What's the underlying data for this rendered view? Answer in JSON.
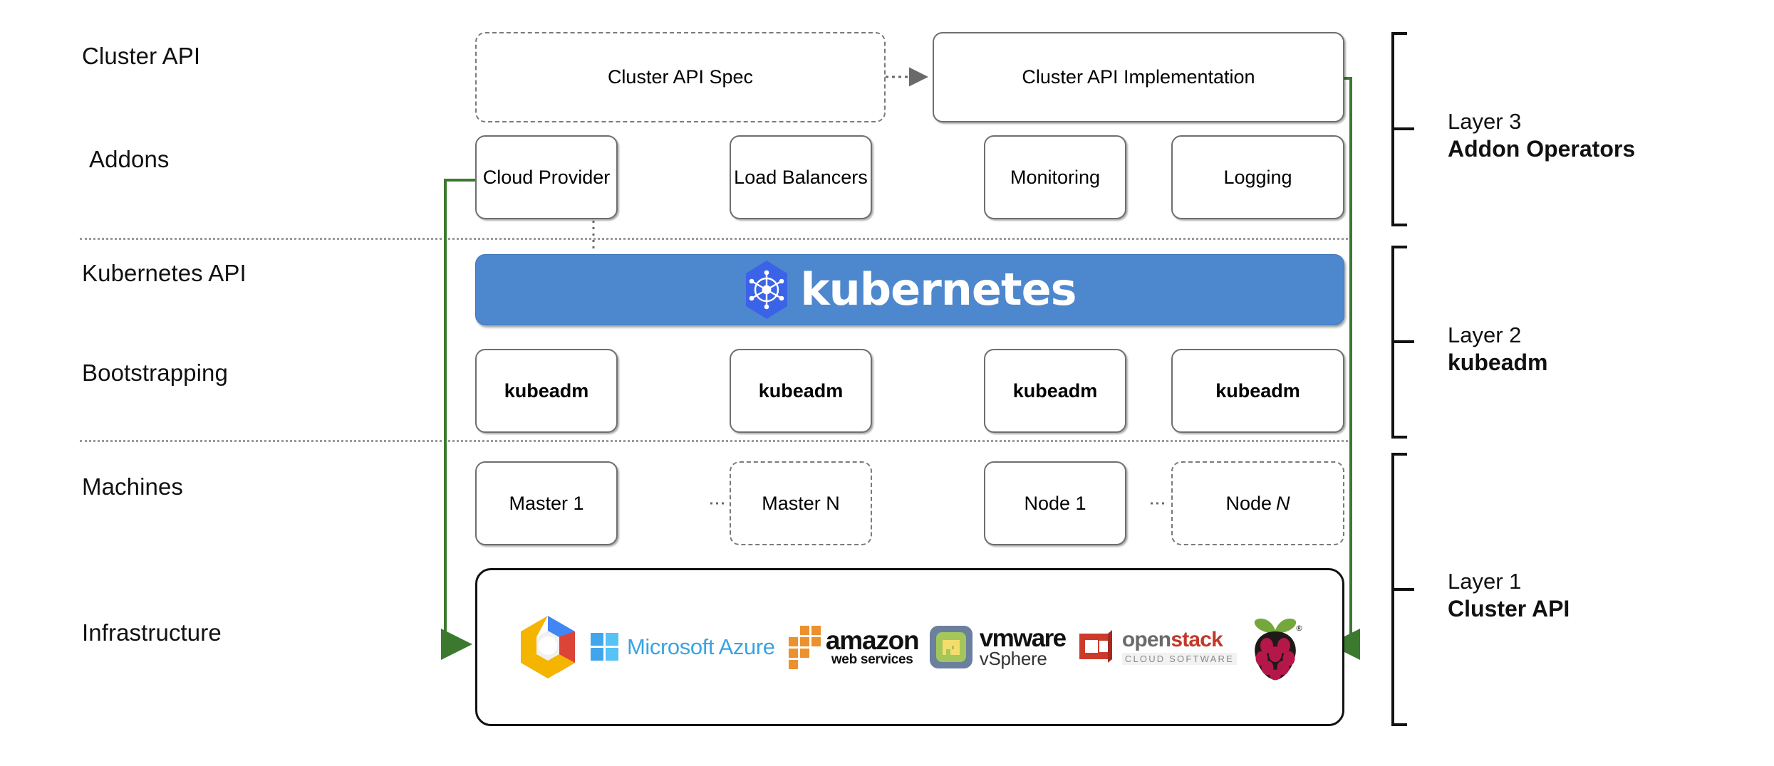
{
  "diagram": {
    "title": "Kubernetes Cluster API layered architecture",
    "accent_green": "#3b7a2e",
    "k8s_blue": "#4d87ce",
    "box_border": "#6f6f6f"
  },
  "row_labels": [
    {
      "id": "cluster-api",
      "text": "Cluster API"
    },
    {
      "id": "addons",
      "text": "Addons"
    },
    {
      "id": "kubernetes-api",
      "text": "Kubernetes API"
    },
    {
      "id": "bootstrapping",
      "text": "Bootstrapping"
    },
    {
      "id": "machines",
      "text": "Machines"
    },
    {
      "id": "infrastructure",
      "text": "Infrastructure"
    }
  ],
  "cluster_api_row": {
    "spec": {
      "label": "Cluster API Spec",
      "style": "dashed"
    },
    "implementation": {
      "label": "Cluster API Implementation",
      "style": "solid"
    }
  },
  "addons_row": [
    {
      "label": "Cloud Provider"
    },
    {
      "label": "Load Balancers"
    },
    {
      "label": "Monitoring"
    },
    {
      "label": "Logging"
    }
  ],
  "kubernetes_banner": {
    "wordmark": "kubernetes",
    "logo_name": "kubernetes-helm-icon",
    "background": "#4d87ce"
  },
  "bootstrapping_row": [
    {
      "label": "kubeadm"
    },
    {
      "label": "kubeadm"
    },
    {
      "label": "kubeadm"
    },
    {
      "label": "kubeadm"
    }
  ],
  "machines_row": [
    {
      "label": "Master 1",
      "style": "solid",
      "italic_suffix": ""
    },
    {
      "label": "Master N",
      "style": "dashed",
      "italic_suffix": ""
    },
    {
      "label": "Node 1",
      "style": "solid",
      "italic_suffix": ""
    },
    {
      "label": "Node ",
      "style": "dashed",
      "italic_suffix": "N"
    }
  ],
  "infrastructure_logos": [
    {
      "name": "google-cloud-platform-logo",
      "text": ""
    },
    {
      "name": "microsoft-azure-logo",
      "text": "Microsoft Azure"
    },
    {
      "name": "amazon-web-services-logo",
      "text": "amazon",
      "subtext": "web services"
    },
    {
      "name": "vmware-vsphere-logo",
      "text": "vmware",
      "subtext": "vSphere"
    },
    {
      "name": "openstack-logo",
      "text": "openstack",
      "subtext": "CLOUD SOFTWARE"
    },
    {
      "name": "raspberry-pi-logo",
      "text": ""
    }
  ],
  "layers": [
    {
      "id": "layer-3",
      "number": "Layer 3",
      "name": "Addon Operators"
    },
    {
      "id": "layer-2",
      "number": "Layer 2",
      "name": "kubeadm"
    },
    {
      "id": "layer-1",
      "number": "Layer 1",
      "name": "Cluster API"
    }
  ]
}
